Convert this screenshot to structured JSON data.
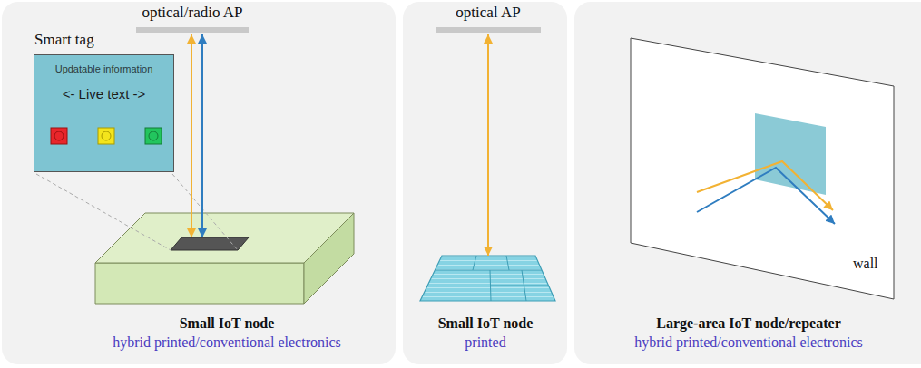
{
  "diagram": {
    "nodes": [
      {
        "text": [
          "optical/radio AP"
        ]
      },
      {
        "text": [
          "Smart tag",
          "Updatable information",
          "<- Live text ->"
        ]
      },
      {
        "text": [
          "Small IoT node",
          "hybrid printed/conventional electronics"
        ]
      },
      {
        "text": [
          "optical AP"
        ]
      },
      {
        "text": [
          "Small IoT node",
          "printed"
        ]
      },
      {
        "text": [
          "wall",
          "Large-area IoT node/repeater",
          "hybrid printed/conventional electronics"
        ]
      }
    ],
    "edges": [
      {
        "from": 0,
        "to": 2,
        "arrow": "both"
      },
      {
        "from": 0,
        "to": 2,
        "arrow": "both"
      },
      {
        "from": 3,
        "to": 4,
        "arrow": "both"
      }
    ]
  }
}
